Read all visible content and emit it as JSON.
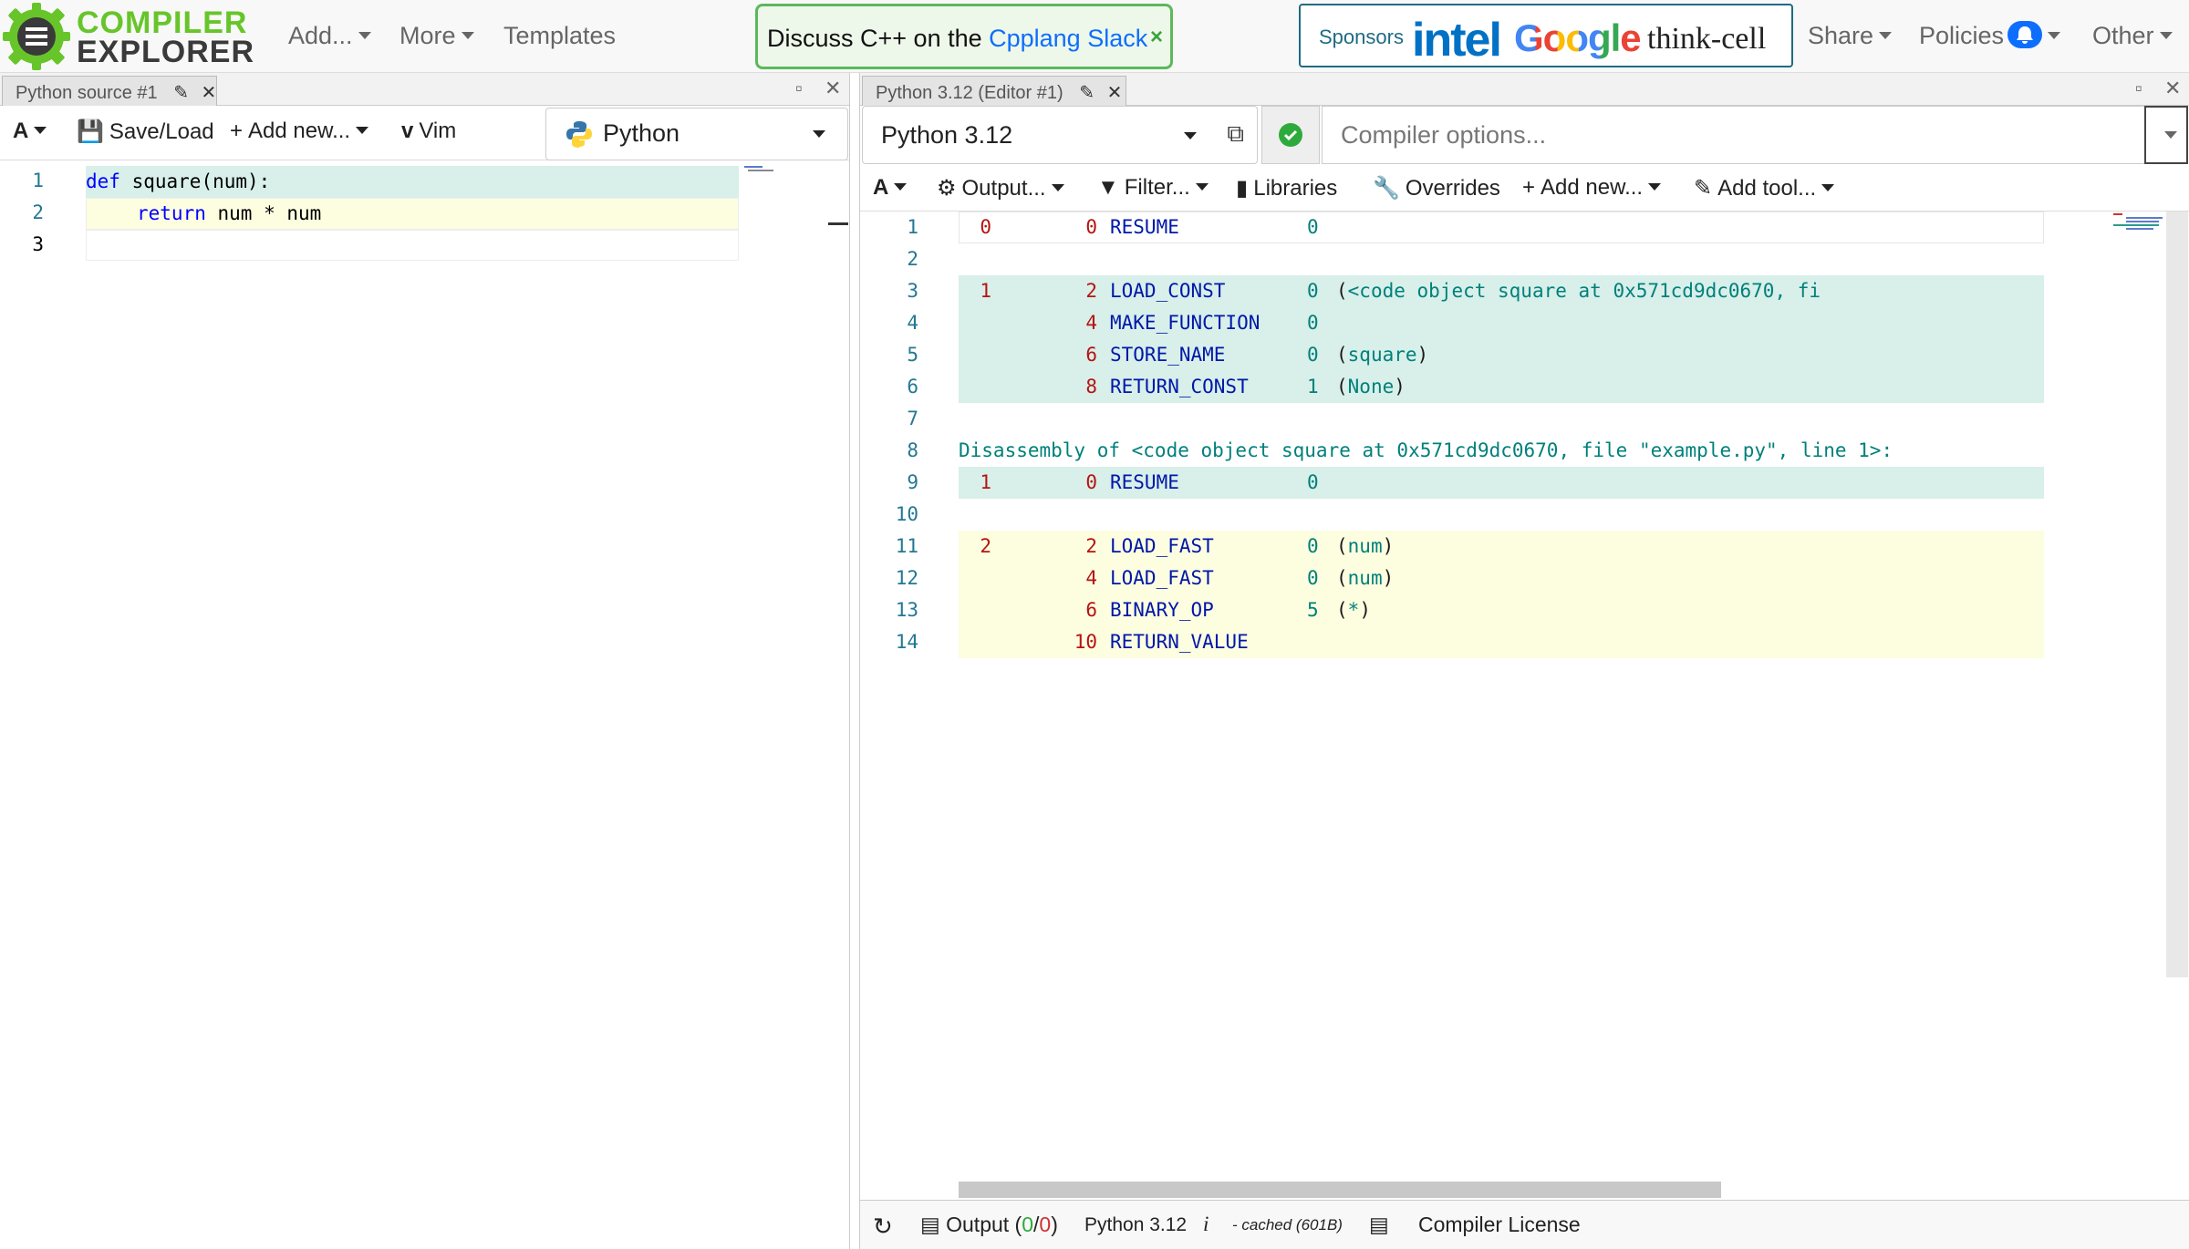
{
  "navbar": {
    "logo_line1": "COMPILER",
    "logo_line2": "EXPLORER",
    "add_label": "Add...",
    "more_label": "More",
    "templates_label": "Templates",
    "banner_text": "Discuss C++ on the ",
    "banner_link": "Cpplang Slack",
    "banner_close": "×",
    "sponsors_label": "Sponsors",
    "sponsor_intel": "intel",
    "sponsor_google": "Google",
    "sponsor_thinkcell": "think-cell",
    "share_label": "Share",
    "policies_label": "Policies",
    "other_label": "Other"
  },
  "source_pane": {
    "tab_title": "Python source #1",
    "font_label": "A",
    "saveload_label": "Save/Load",
    "addnew_label": "Add new...",
    "vim_label": "Vim",
    "language": "Python",
    "line_numbers": [
      "1",
      "2",
      "3"
    ],
    "lines": {
      "l1_kw": "def",
      "l1_rest": " square(num):",
      "l2_kw": "return",
      "l2_rest": " num * num"
    }
  },
  "compiler_pane": {
    "tab_title": "Python 3.12 (Editor #1)",
    "compiler_name": "Python 3.12",
    "options_placeholder": "Compiler options...",
    "font_label": "A",
    "output_label": "Output...",
    "filter_label": "Filter...",
    "libraries_label": "Libraries",
    "overrides_label": "Overrides",
    "addnew_label": "Add new...",
    "addtool_label": "Add tool...",
    "asm_rows": [
      {
        "n": "1",
        "src": "0",
        "off": "0",
        "op": "RESUME",
        "arg": "0",
        "extra": ""
      },
      {
        "n": "2",
        "src": "",
        "off": "",
        "op": "",
        "arg": "",
        "extra": ""
      },
      {
        "n": "3",
        "src": "1",
        "off": "2",
        "op": "LOAD_CONST",
        "arg": "0",
        "extra": "(<code object square at 0x571cd9dc0670, fi"
      },
      {
        "n": "4",
        "src": "",
        "off": "4",
        "op": "MAKE_FUNCTION",
        "arg": "0",
        "extra": ""
      },
      {
        "n": "5",
        "src": "",
        "off": "6",
        "op": "STORE_NAME",
        "arg": "0",
        "extra": "(square)"
      },
      {
        "n": "6",
        "src": "",
        "off": "8",
        "op": "RETURN_CONST",
        "arg": "1",
        "extra": "(None)"
      },
      {
        "n": "7",
        "src": "",
        "off": "",
        "op": "",
        "arg": "",
        "extra": ""
      },
      {
        "n": "8",
        "src": "",
        "off": "",
        "op": "",
        "arg": "",
        "extra": ""
      },
      {
        "n": "9",
        "src": "1",
        "off": "0",
        "op": "RESUME",
        "arg": "0",
        "extra": ""
      },
      {
        "n": "10",
        "src": "",
        "off": "",
        "op": "",
        "arg": "",
        "extra": ""
      },
      {
        "n": "11",
        "src": "2",
        "off": "2",
        "op": "LOAD_FAST",
        "arg": "0",
        "extra": "(num)"
      },
      {
        "n": "12",
        "src": "",
        "off": "4",
        "op": "LOAD_FAST",
        "arg": "0",
        "extra": "(num)"
      },
      {
        "n": "13",
        "src": "",
        "off": "6",
        "op": "BINARY_OP",
        "arg": "5",
        "extra": "(*)"
      },
      {
        "n": "14",
        "src": "",
        "off": "10",
        "op": "RETURN_VALUE",
        "arg": "",
        "extra": ""
      }
    ],
    "disasm_header": "Disassembly of <code object square at 0x571cd9dc0670, file \"example.py\", line 1>:",
    "status": {
      "output_label": "Output (",
      "out_ok": "0",
      "slash": "/",
      "out_err": "0",
      "close_paren": ")",
      "compiler": "Python 3.12",
      "info": "i",
      "cached": "- cached (601B)",
      "license": "Compiler License"
    }
  },
  "colors": {
    "accent_green": "#67c52a",
    "logo_dark": "#3a3a3a",
    "highlight_green": "#d8efea",
    "highlight_yellow": "#fdfde0"
  }
}
